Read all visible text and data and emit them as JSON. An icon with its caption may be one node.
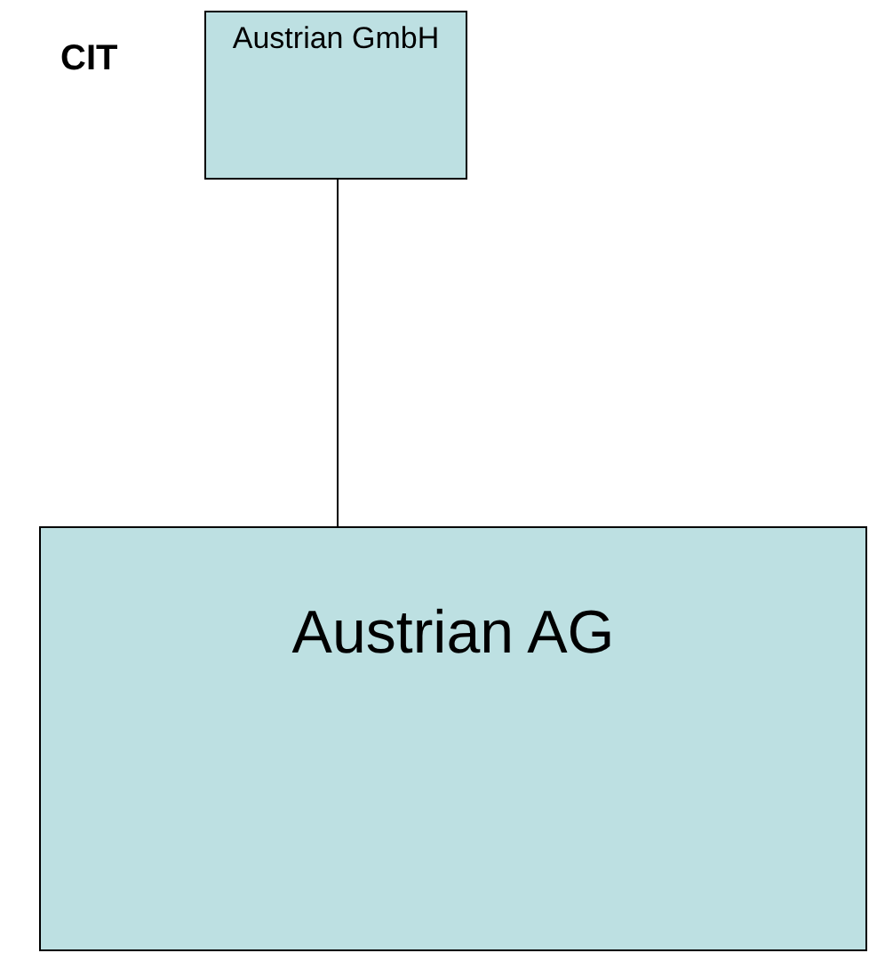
{
  "diagram": {
    "nodes": [
      {
        "text": [
          "Austrian GmbH"
        ]
      },
      {
        "text": [
          "Austrian AG"
        ]
      }
    ],
    "edges": [
      {
        "from": 0,
        "to": 1,
        "arrow": "none"
      }
    ],
    "labels": [
      "CIT"
    ]
  }
}
